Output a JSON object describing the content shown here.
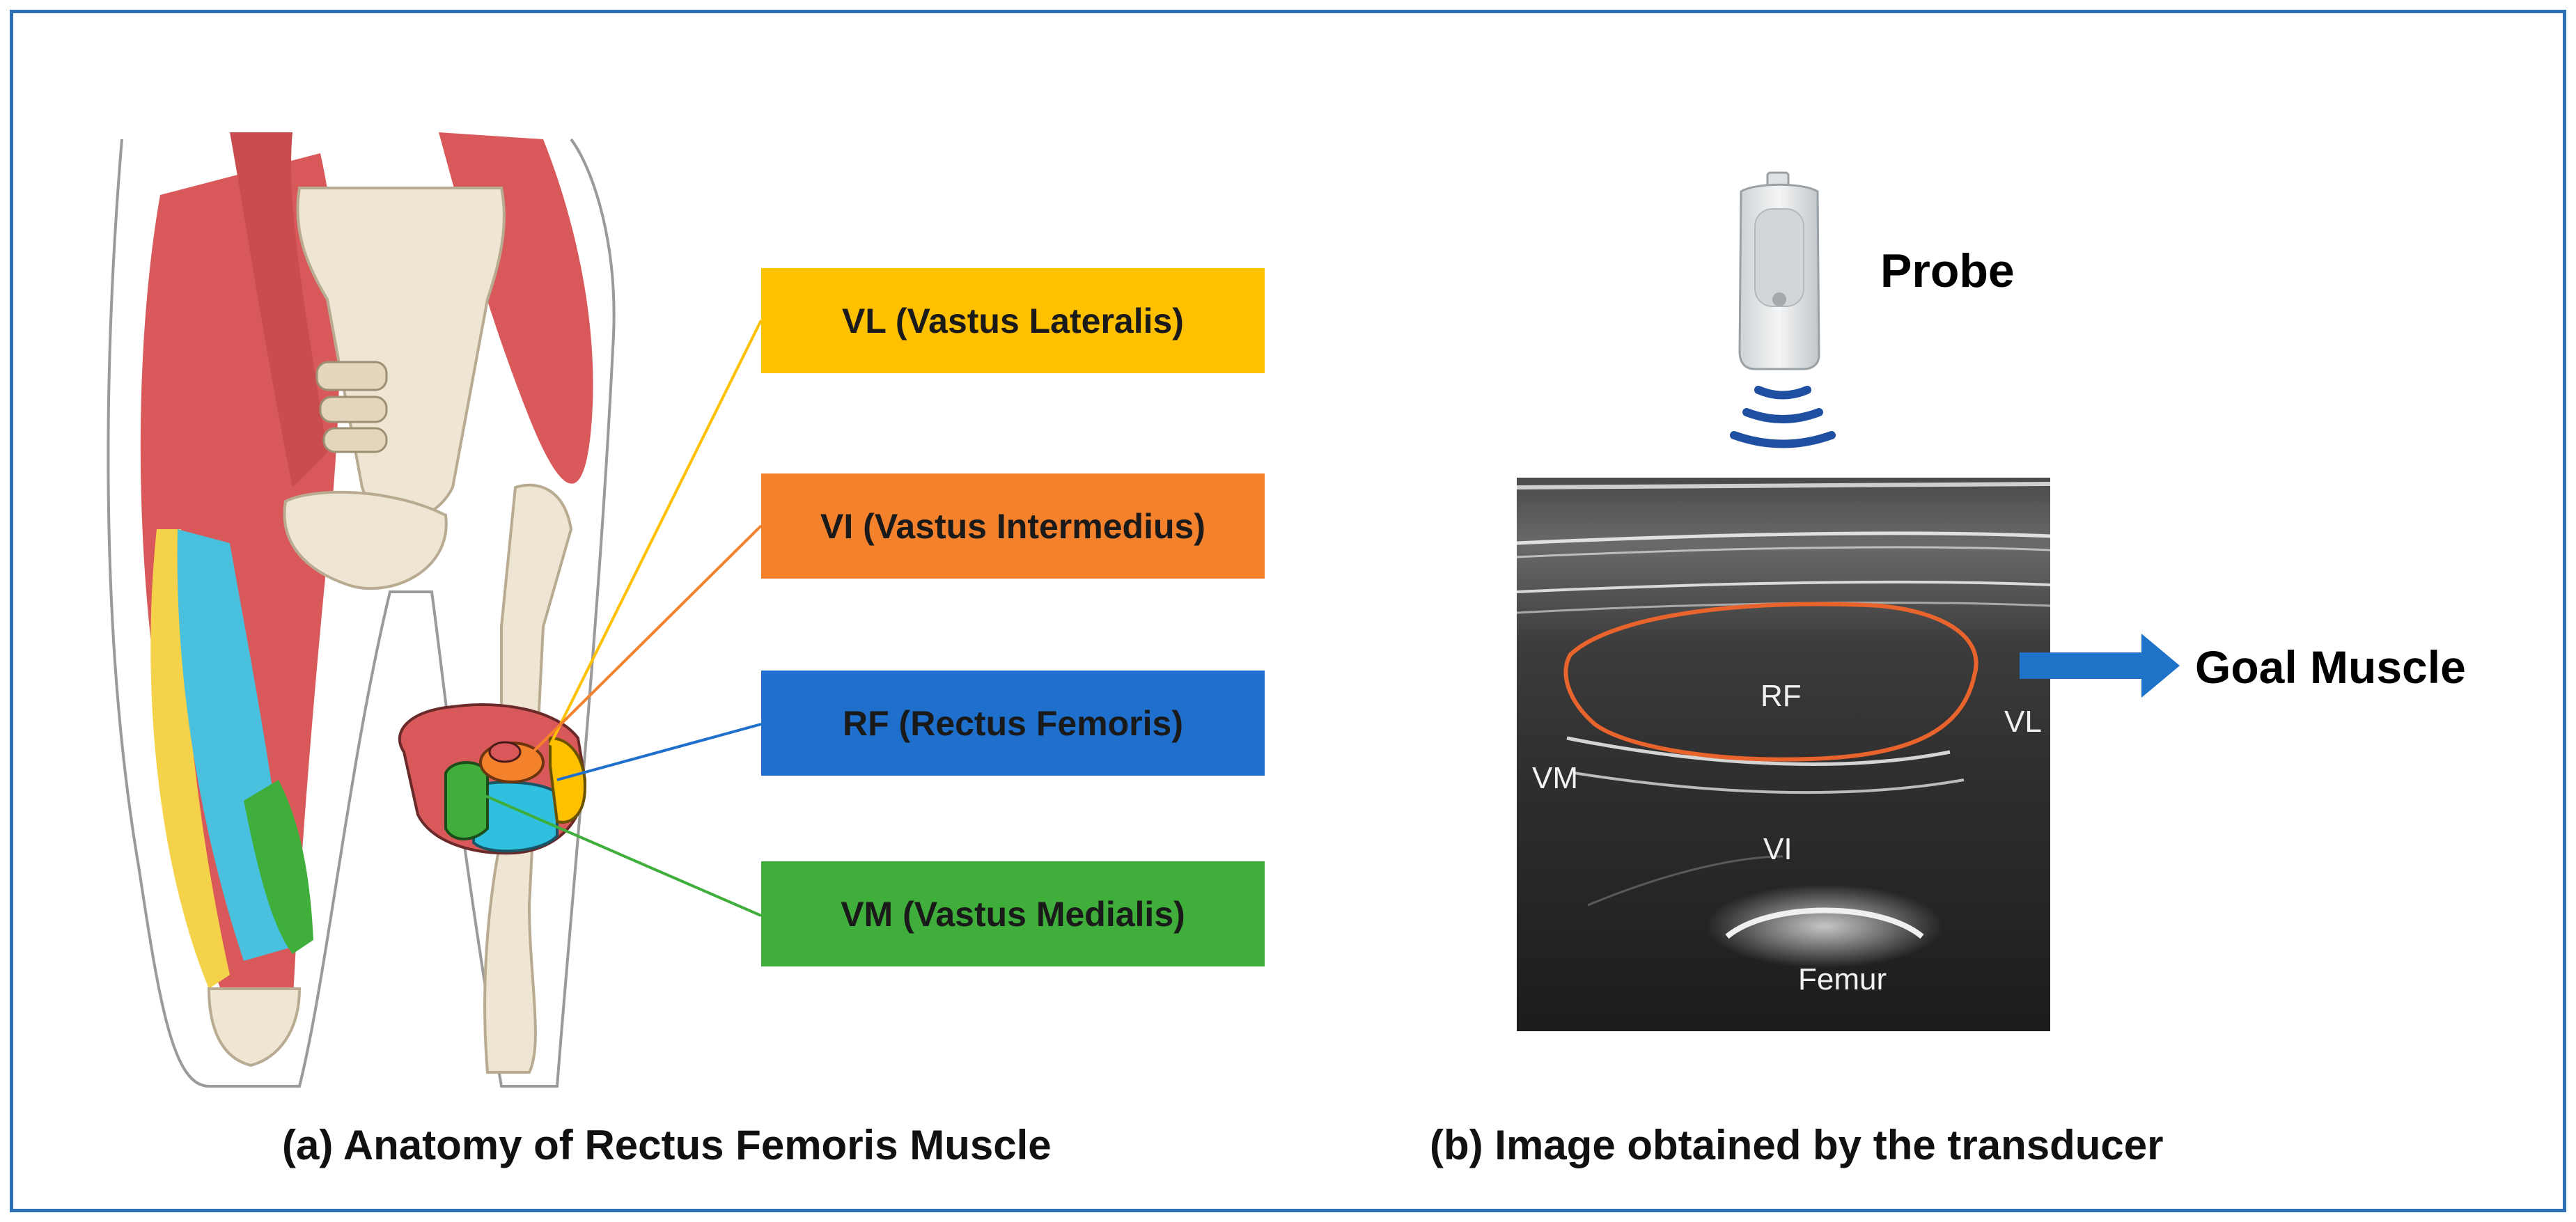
{
  "labels": {
    "vl": "VL (Vastus Lateralis)",
    "vi": "VI (Vastus Intermedius)",
    "rf": "RF (Rectus Femoris)",
    "vm": "VM (Vastus Medialis)"
  },
  "label_colors": {
    "vl": "#ffc000",
    "vi": "#f4812c",
    "rf": "#1f6fcc",
    "vm": "#3fae3a"
  },
  "probe_label": "Probe",
  "goal_label": "Goal Muscle",
  "ultrasound": {
    "rf": "RF",
    "vl": "VL",
    "vm": "VM",
    "vi": "VI",
    "femur": "Femur"
  },
  "captions": {
    "a": "(a) Anatomy of Rectus Femoris Muscle",
    "b": "(b) Image obtained by the transducer"
  },
  "colors": {
    "border": "#2f6fb5",
    "muscle": "#d9595a",
    "bone": "#efe5d3",
    "outline": "#e8642c",
    "arrow": "#1f73c9"
  }
}
